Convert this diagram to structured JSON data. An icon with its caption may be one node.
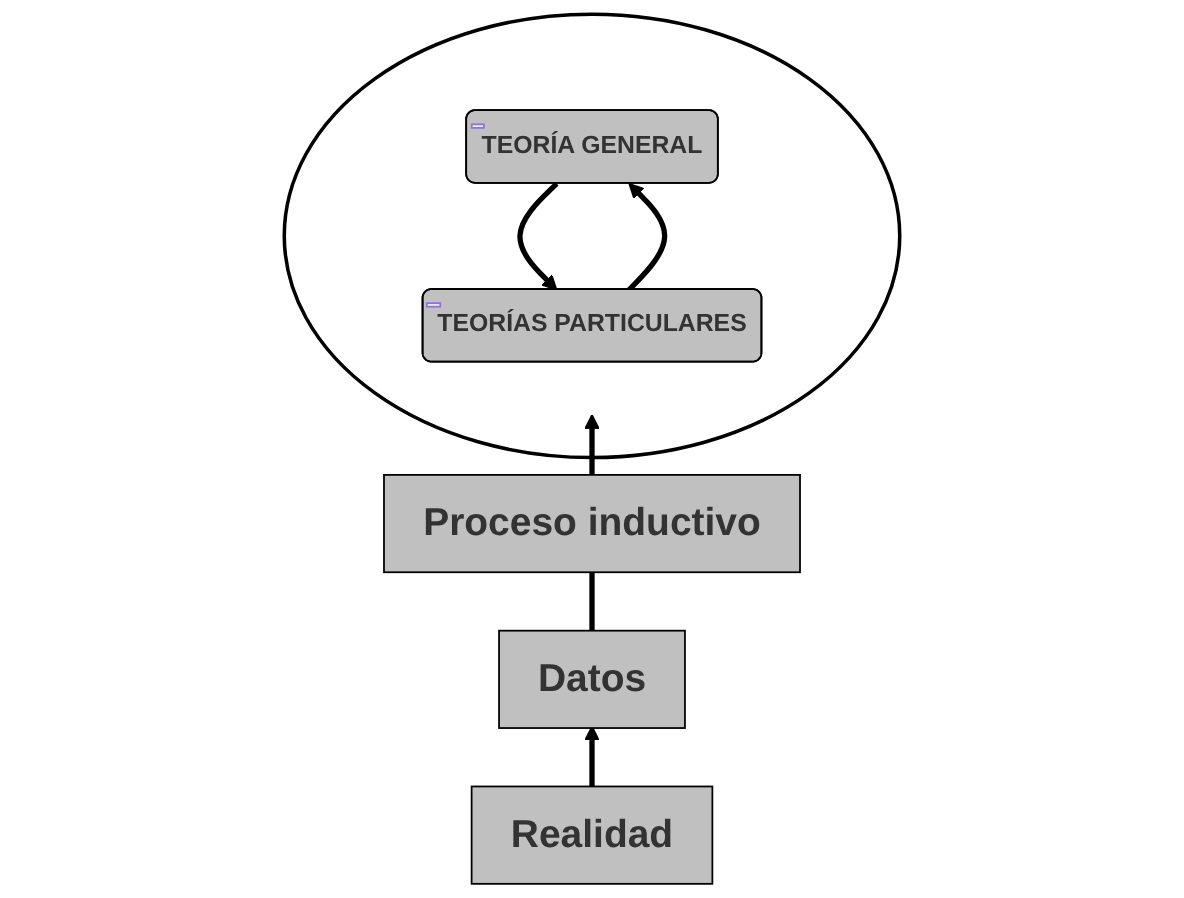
{
  "diagram": {
    "nodes": [
      {
        "text": [],
        "shape": "ellipse"
      },
      {
        "text": [
          "TEORÍA GENERAL"
        ],
        "in": 0
      },
      {
        "text": [
          "TEORÍAS PARTICULARES"
        ],
        "in": 0
      },
      {
        "text": [
          "Proceso inductivo"
        ]
      },
      {
        "text": [
          "Datos"
        ]
      },
      {
        "text": [
          "Realidad"
        ]
      }
    ],
    "edges": [
      {
        "from": 2,
        "to": 1,
        "arrow": "to"
      },
      {
        "from": 1,
        "to": 2,
        "arrow": "to"
      },
      {
        "from": 3,
        "to": 0,
        "arrow": "to"
      },
      {
        "from": 4,
        "to": 3,
        "arrow": "none"
      },
      {
        "from": 5,
        "to": 4,
        "arrow": "to"
      }
    ]
  }
}
